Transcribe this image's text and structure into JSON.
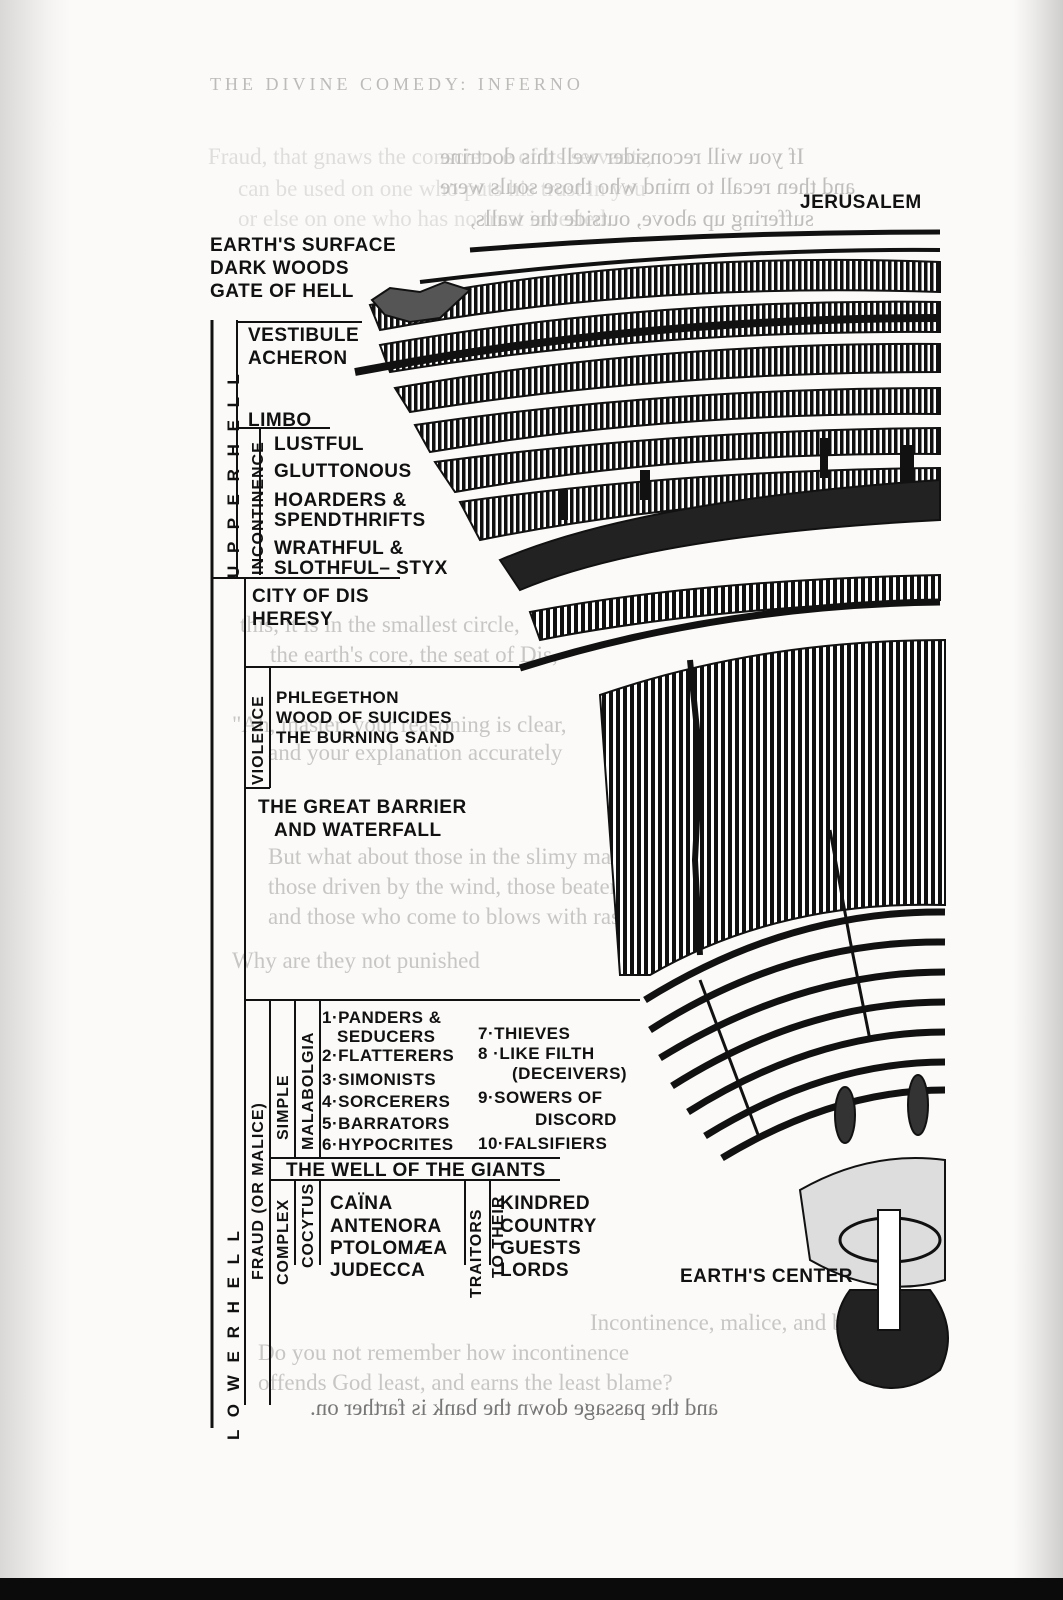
{
  "page": {
    "running_head": "THE DIVINE COMEDY: INFERNO",
    "background_text": [
      "If you will reconsider well this doctrine",
      "and then recall to mind who those souls were",
      "suffering up above, outside the walls,",
      "Fraud, that gnaws the conscience of its servants,",
      "can be used on one who puts his trust in you",
      "or else on one who has no trust invested.",
      "this, it is in the smallest circle,",
      "the earth's core, the seat of Dis,",
      "\"Ah, master, your reasoning is clear,",
      "and your explanation accurately",
      "But what about those in the slimy marsh,",
      "those driven by the wind, those beaten by rain,",
      "and those who come to blows with rasping tongues?",
      "Why are they not punished",
      "Incontinence, malice, and bestiality",
      "Do you not remember how incontinence",
      "offends God least, and earns the least blame?",
      "and the passage down the bank is farther on."
    ]
  },
  "diagram": {
    "top_labels": [
      "EARTH'S SURFACE",
      "DARK WOODS",
      "GATE OF HELL"
    ],
    "jerusalem": "JERUSALEM",
    "earth_center": "EARTH'S CENTER",
    "upper_hell": {
      "section": "U P P E R   H E L L",
      "vestibule": "VESTIBULE",
      "acheron": "ACHERON",
      "limbo": "LIMBO",
      "incontinence": "INCONTINENCE",
      "incontinence_circles": [
        "LUSTFUL",
        "GLUTTONOUS",
        "HOARDERS &",
        "SPENDTHRIFTS",
        "WRATHFUL &",
        "SLOTHFUL– STYX"
      ]
    },
    "lower_hell": {
      "section": "L O W E R   H E L L",
      "city": "CITY OF DIS",
      "heresy": "HERESY",
      "violence": "VIOLENCE",
      "violence_rings": [
        "PHLEGETHON",
        "WOOD OF SUICIDES",
        "THE BURNING SAND"
      ],
      "barrier": [
        "THE GREAT BARRIER",
        "AND WATERFALL"
      ],
      "fraud": "FRAUD (OR MALICE)",
      "simple": "SIMPLE",
      "complex": "COMPLEX",
      "malabolgia": "MALABOLGIA",
      "bolgias_left": [
        "1·PANDERS &",
        "SEDUCERS",
        "2·FLATTERERS",
        "3·SIMONISTS",
        "4·SORCERERS",
        "5·BARRATORS",
        "6·HYPOCRITES"
      ],
      "bolgias_right": [
        "7·THIEVES",
        "8 ·LIKE FILTH",
        "(DECEIVERS)",
        "9·SOWERS OF",
        "DISCORD",
        "10·FALSIFIERS"
      ],
      "giants": "THE WELL OF THE GIANTS",
      "cocytus": "COCYTUS",
      "cocytus_rounds": [
        "CAÏNA",
        "ANTENORA",
        "PTOLOMÆA",
        "JUDECCA"
      ],
      "traitors": "TRAITORS",
      "to_their": "TO THEIR",
      "betrayed": [
        "KINDRED",
        "COUNTRY",
        "GUESTS",
        "LORDS"
      ]
    }
  }
}
